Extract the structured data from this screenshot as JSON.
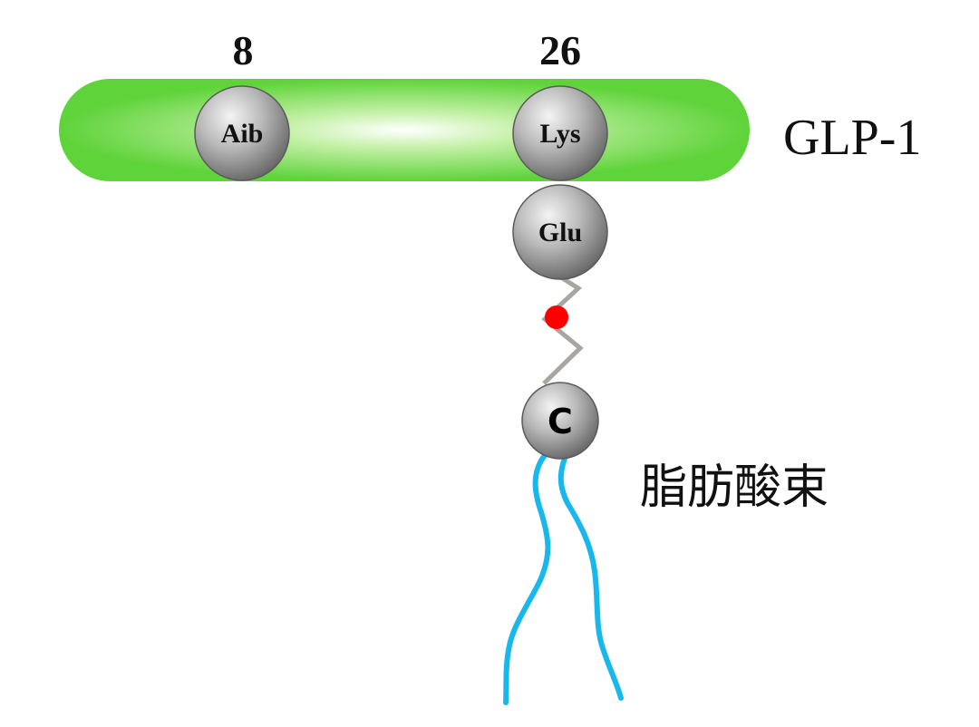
{
  "positions": {
    "aib_position": "8",
    "lys_position": "26"
  },
  "residues": {
    "aib": "Aib",
    "lys": "Lys",
    "glu": "Glu",
    "c": "C"
  },
  "labels": {
    "peptide": "GLP-1",
    "fatty_acid": "脂肪酸束"
  },
  "colors": {
    "peptide_bar": "#5fd33a",
    "residue_bead": "#8f8f8f",
    "linker": "#a9a59f",
    "linker_dot": "#ff0000",
    "fatty_chain": "#19b8ec"
  }
}
